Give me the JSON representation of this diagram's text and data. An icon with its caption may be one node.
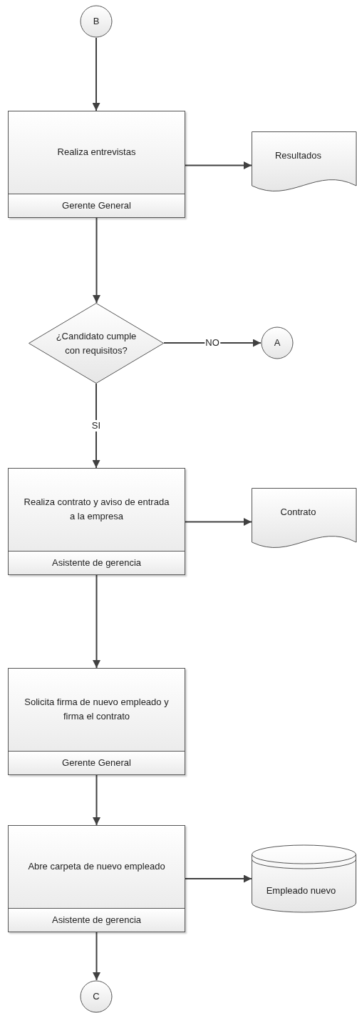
{
  "diagram": {
    "nodes": [
      {
        "text": [
          "B"
        ]
      },
      {
        "text": [
          "Realiza entrevistas",
          "Gerente General"
        ]
      },
      {
        "text": [
          "Resultados"
        ]
      },
      {
        "text": [
          "¿Candidato cumple con requisitos?"
        ]
      },
      {
        "text": [
          "A"
        ]
      },
      {
        "text": [
          "Realiza contrato y aviso de entrada a la empresa",
          "Asistente de gerencia"
        ]
      },
      {
        "text": [
          "Contrato"
        ]
      },
      {
        "text": [
          "Solicita firma de nuevo empleado y firma el contrato",
          "Gerente General"
        ]
      },
      {
        "text": [
          "Abre carpeta de nuevo empleado",
          "Asistente de gerencia"
        ]
      },
      {
        "text": [
          "Empleado nuevo"
        ]
      },
      {
        "text": [
          "C"
        ]
      }
    ],
    "edges": [
      {
        "from": 0,
        "to": 1,
        "arrow": "to"
      },
      {
        "from": 1,
        "to": 2,
        "arrow": "to"
      },
      {
        "from": 1,
        "to": 3,
        "arrow": "to"
      },
      {
        "from": 3,
        "to": 4,
        "arrow": "to",
        "label": "NO"
      },
      {
        "from": 3,
        "to": 5,
        "arrow": "to",
        "label": "SI"
      },
      {
        "from": 5,
        "to": 6,
        "arrow": "to"
      },
      {
        "from": 5,
        "to": 7,
        "arrow": "to"
      },
      {
        "from": 7,
        "to": 8,
        "arrow": "to"
      },
      {
        "from": 8,
        "to": 9,
        "arrow": "to"
      },
      {
        "from": 8,
        "to": 10,
        "arrow": "to"
      }
    ]
  }
}
